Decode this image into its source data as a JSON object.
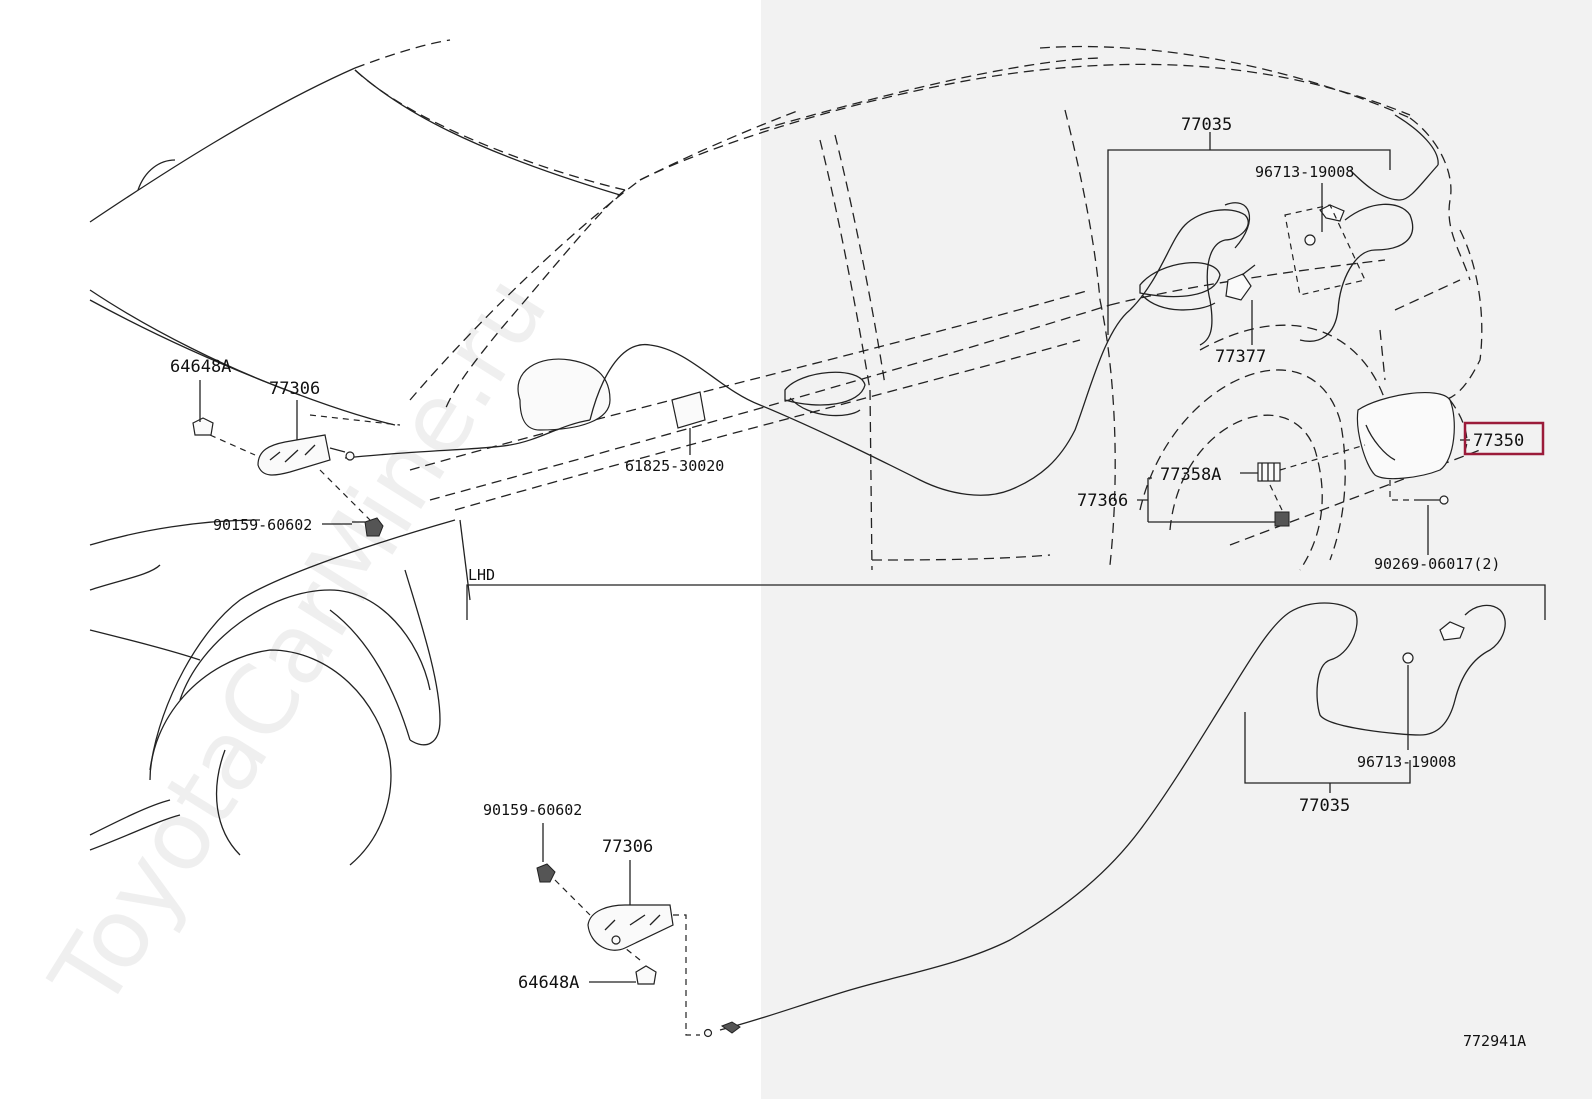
{
  "watermark": "ToyotaCarMine.ru",
  "diagram_code": "772941A",
  "section_label": "LHD",
  "highlight_color": "#9b1b3a",
  "callouts": {
    "top_77035": "77035",
    "top_96713": "96713-19008",
    "top_77377": "77377",
    "top_77350": "77350",
    "top_77358a": "77358A",
    "top_77366": "77366",
    "top_90269": "90269-06017(2)",
    "top_61825": "61825-30020",
    "top_64648a": "64648A",
    "top_77306": "77306",
    "top_90159": "90159-60602",
    "lhd_77035": "77035",
    "lhd_96713": "96713-19008",
    "lhd_90159": "90159-60602",
    "lhd_77306": "77306",
    "lhd_64648a": "64648A"
  }
}
